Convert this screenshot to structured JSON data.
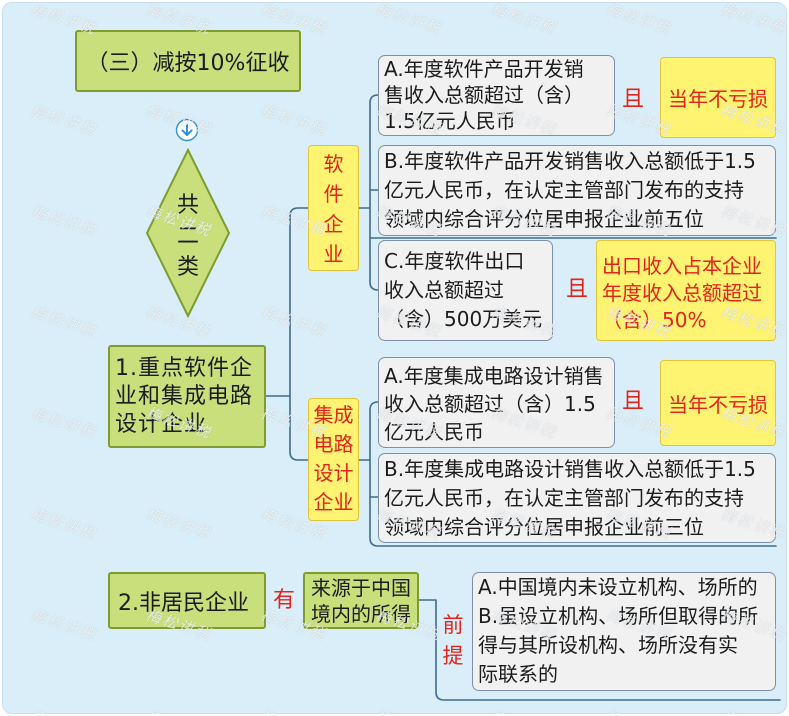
{
  "title_box": {
    "label": "（三）减按10%征收"
  },
  "summary_diamond": {
    "chars": [
      "共",
      "二",
      "类"
    ]
  },
  "category_1": {
    "label_lines": [
      "1.重点软件企",
      "业和集成电路",
      "设计企业"
    ],
    "software_enterprise": {
      "label_chars": [
        "软",
        "件",
        "企",
        "业"
      ],
      "condition_a": {
        "lines": [
          "A.年度软件产品开发销",
          "售收入总额超过（含）",
          "1.5亿元人民币"
        ],
        "joiner": "且",
        "additional_requirement": [
          "当年不亏损"
        ]
      },
      "condition_b": {
        "lines": [
          "B.年度软件产品开发销售收入总额低于1.5",
          "亿元人民币，在认定主管部门发布的支持",
          "领域内综合评分位居申报企业前五位"
        ]
      },
      "condition_c": {
        "lines": [
          "C.年度软件出口",
          "收入总额超过",
          "（含）500万美元"
        ],
        "joiner": "且",
        "additional_requirement": [
          "出口收入占本企业",
          "年度收入总额超过",
          "（含）50%"
        ]
      }
    },
    "ic_design_enterprise": {
      "label_lines": [
        "集成",
        "电路",
        "设计",
        "企业"
      ],
      "condition_a": {
        "lines": [
          "A.年度集成电路设计销售",
          "收入总额超过（含）1.5",
          "亿元人民币"
        ],
        "joiner": "且",
        "additional_requirement": [
          "当年不亏损"
        ]
      },
      "condition_b": {
        "lines": [
          "B.年度集成电路设计销售收入总额低于1.5",
          "亿元人民币，在认定主管部门发布的支持",
          "领域内综合评分位居申报企业前三位"
        ]
      }
    }
  },
  "category_2": {
    "label": "2.非居民企业",
    "relation": "有",
    "income_lines": [
      "来源于中国",
      "境内的所得"
    ],
    "premise_chars": [
      "前",
      "提"
    ],
    "condition_lines": [
      "A.中国境内未设立机构、场所的",
      "B.虽设立机构、场所但取得的所",
      "得与其所设机构、场所没有实",
      "际联系的"
    ]
  },
  "icons": {
    "collapse_marker": "arrow-down-icon"
  },
  "watermark": "梅松讲税",
  "colors": {
    "panel_bg": "#d9eef8",
    "green_fill": "#c8df7b",
    "green_border": "#7e9c30",
    "gray_fill": "#f1f1f1",
    "gray_border": "#7e90a8",
    "yellow_fill": "#fff472",
    "yellow_border": "#e2c33c",
    "emphasis_red": "#e3241c",
    "connector": "#3f6a8f",
    "icon_blue": "#2f8fd8"
  }
}
